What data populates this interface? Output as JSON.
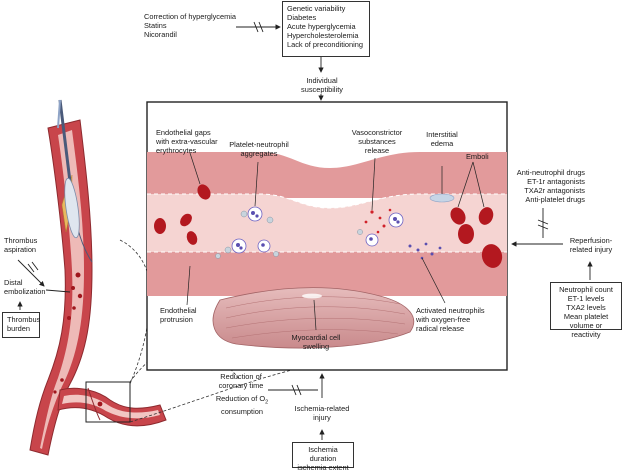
{
  "top": {
    "treatments": "Correction of hyperglycemia\nStatins\nNicorandil",
    "risk_factors": "Genetic variability\nDiabetes\nAcute hyperglycemia\nHypercholesterolemia\nLack of preconditioning",
    "susceptibility": "Individual\nsusceptibility"
  },
  "left": {
    "thrombus_aspiration": "Thrombus\naspiration",
    "distal_embolization": "Distal\nembolization",
    "thrombus_burden": "Thrombus\nburden"
  },
  "panel": {
    "endothelial_gaps": "Endothelial gaps\nwith extra-vascular\nerythrocytes",
    "platelet_neutrophil": "Platelet-neutrophil\naggregates",
    "vasoconstrictor": "Vasoconstrictor\nsubstances\nrelease",
    "interstitial_edema": "Interstitial\nedema",
    "emboli": "Emboli",
    "endothelial_protrusion": "Endothelial\nprotrusion",
    "myocardial_swelling": "Myocardial cell\nswelling",
    "activated_neutrophils": "Activated neutrophils\nwith oxygen-free\nradical release"
  },
  "right": {
    "drugs": "Anti-neutrophil drugs\nET-1r antagonists\nTXA2r antagonists\nAnti-platelet drugs",
    "reperfusion": "Reperfusion-\nrelated injury",
    "markers": "Neutrophil count\nET-1 levels\nTXA2 levels\nMean platelet\nvolume or reactivity"
  },
  "bottom": {
    "coronary_time": "Reduction of\ncoronary time",
    "o2_prefix": "Reduction of O",
    "o2_sub": "2",
    "o2_suffix": "consumption",
    "ischemia_injury": "Ischemia-related\ninjury",
    "ischemia_duration": "Ischemia duration\nischemia extent"
  },
  "colors": {
    "vessel_wall": "#c8454b",
    "vessel_lumen": "#f2c6c3",
    "erythrocyte": "#b3181f",
    "platelet": "#c9d4dd",
    "neutrophil_nucleus": "#5a4fb0",
    "myocyte": "#d9a4a4"
  }
}
